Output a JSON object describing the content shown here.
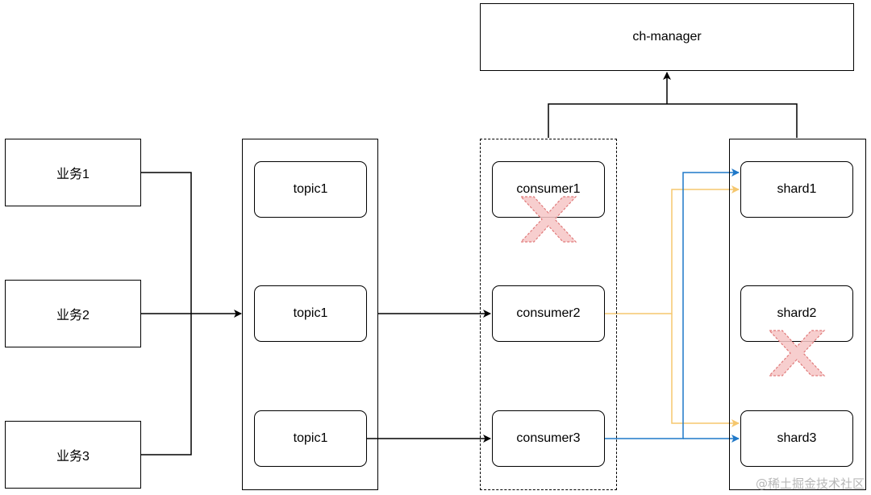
{
  "business": [
    "业务1",
    "业务2",
    "业务3"
  ],
  "topics": [
    "topic1",
    "topic1",
    "topic1"
  ],
  "consumers": [
    "consumer1",
    "consumer2",
    "consumer3"
  ],
  "shards": [
    "shard1",
    "shard2",
    "shard3"
  ],
  "manager": "ch-manager",
  "watermark": "@稀土掘金技术社区",
  "failed_nodes": [
    "consumer1",
    "shard2"
  ],
  "colors": {
    "line": "#000000",
    "blue_route": "#1f78c8",
    "orange_route": "#f5c76e",
    "fail_mark": "#f6c6c6",
    "fail_mark_stroke": "#e07a7a"
  }
}
